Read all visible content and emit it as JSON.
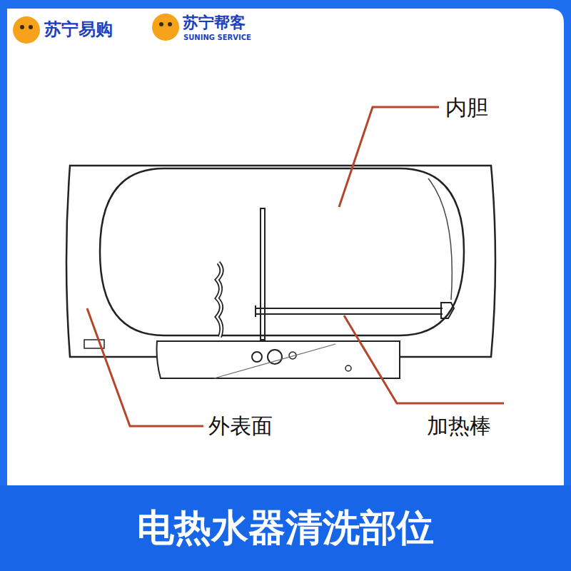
{
  "diagram": {
    "title": "电热水器清洗部位",
    "labels": [
      "苏宁易购",
      "苏宁帮客",
      "SUNING SERVICE",
      "内胆",
      "外表面",
      "加热棒"
    ]
  }
}
